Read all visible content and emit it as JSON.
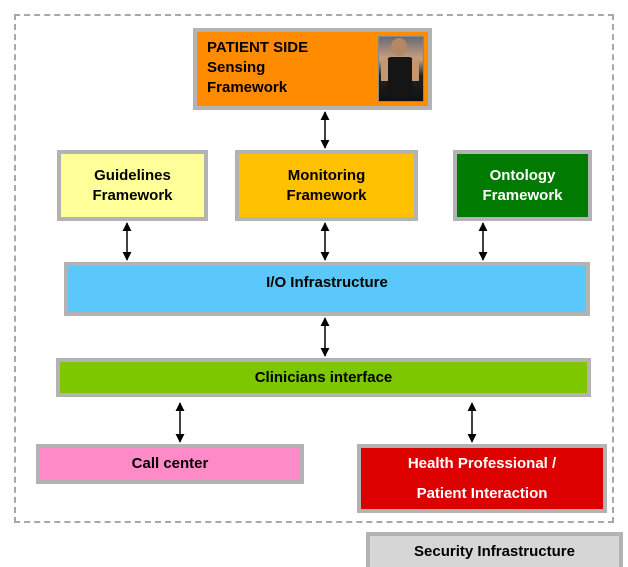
{
  "diagram": {
    "patient_side_box": {
      "lines": [
        "PATIENT SIDE",
        "Sensing",
        "Framework"
      ],
      "color": "#ff8c00"
    },
    "guidelines_box": {
      "lines": [
        "Guidelines",
        "Framework"
      ],
      "color": "#ffff99"
    },
    "monitoring_box": {
      "lines": [
        "Monitoring",
        "Framework"
      ],
      "color": "#ffc000"
    },
    "ontology_box": {
      "lines": [
        "Ontology",
        "Framework"
      ],
      "color": "#007a00"
    },
    "io_box": {
      "label": "I/O Infrastructure",
      "color": "#5ac8fa"
    },
    "clinicians_box": {
      "label": "Clinicians interface",
      "color": "#7cc700"
    },
    "call_center_box": {
      "label": "Call center",
      "color": "#ff8ac8"
    },
    "health_box": {
      "lines": [
        "Health Professional /",
        "Patient Interaction"
      ],
      "color": "#dd0000"
    },
    "security_box": {
      "label": "Security Infrastructure",
      "color": "#d6d6d6"
    },
    "photo_icon": "person-photo-icon",
    "border_color": "#b3b3b3",
    "dashed_border_color": "#a8a8a8"
  }
}
